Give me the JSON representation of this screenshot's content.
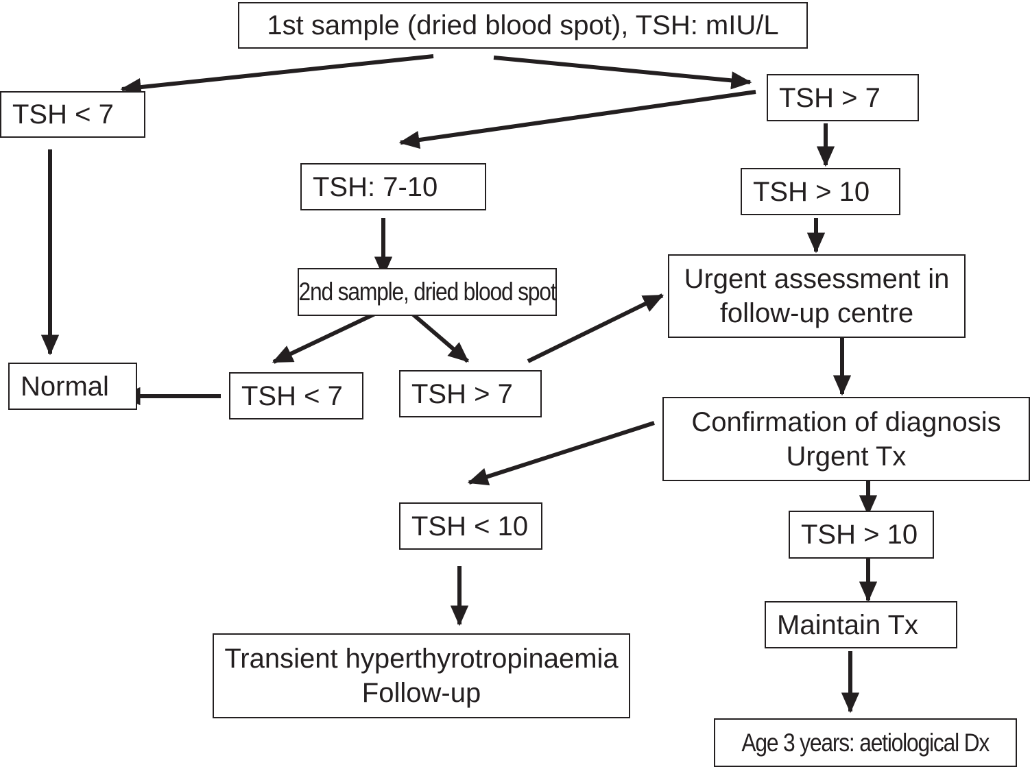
{
  "nodes": {
    "first_sample": "1st sample (dried blood spot), TSH: mIU/L",
    "tsh_lt7_top": "TSH < 7",
    "tsh_gt7_top": "TSH > 7",
    "tsh_7_10": "TSH: 7-10",
    "tsh_gt10_top": "TSH > 10",
    "second_sample": "2nd sample, dried blood spot",
    "urgent_assessment": [
      "Urgent assessment in",
      "follow-up centre"
    ],
    "normal": "Normal",
    "tsh_lt7_mid": "TSH < 7",
    "tsh_gt7_mid": "TSH > 7",
    "confirmation": [
      "Confirmation of diagnosis",
      "Urgent Tx"
    ],
    "tsh_lt10": "TSH < 10",
    "tsh_gt10_bottom": "TSH > 10",
    "maintain_tx": "Maintain Tx",
    "transient": [
      "Transient hyperthyrotropinaemia",
      "Follow-up"
    ],
    "aetiological": "Age 3 years: aetiological Dx"
  },
  "colors": {
    "stroke": "#231f20",
    "background": "#ffffff"
  }
}
